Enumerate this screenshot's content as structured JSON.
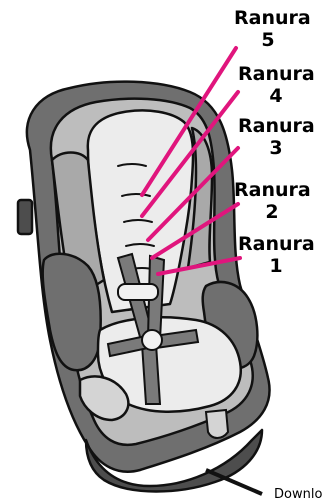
{
  "labels": [
    {
      "word": "Ranura",
      "number": "5"
    },
    {
      "word": "Ranura",
      "number": "4"
    },
    {
      "word": "Ranura",
      "number": "3"
    },
    {
      "word": "Ranura",
      "number": "2"
    },
    {
      "word": "Ranura",
      "number": "1"
    }
  ],
  "watermark": "Downlo",
  "colors": {
    "pointer": "#e0157d",
    "seat_dark": "#6f6f6f",
    "seat_mid": "#a9a9a9",
    "seat_light": "#d4d4d4",
    "seat_pale": "#ececec",
    "outline": "#111111"
  }
}
